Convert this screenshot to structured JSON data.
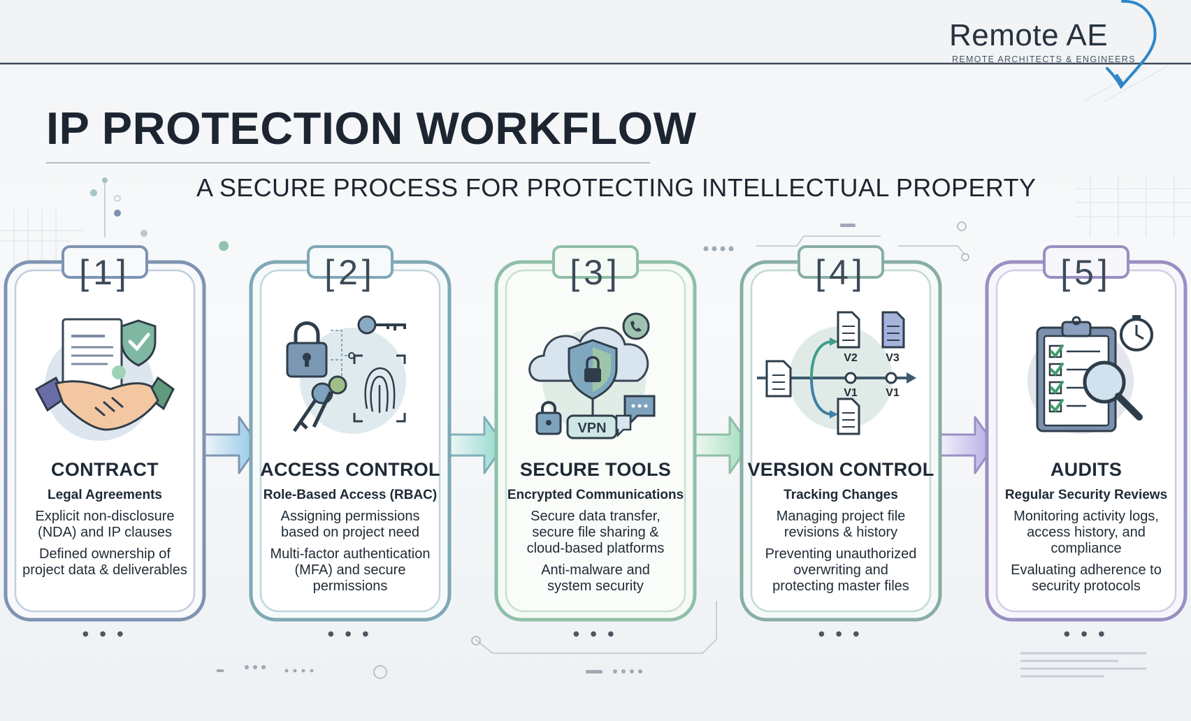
{
  "logo": {
    "name": "Remote AE",
    "tagline": "REMOTE ARCHITECTS & ENGINEERS"
  },
  "title": "IP PROTECTION WORKFLOW",
  "subtitle": "A SECURE PROCESS FOR PROTECTING INTELLECTUAL PROPERTY",
  "colors": {
    "card1": "#7f93b2",
    "card2": "#7fa8b6",
    "card3": "#8fbfa8",
    "card4": "#88aea6",
    "card5": "#9a8fc2",
    "text": "#1f2a36"
  },
  "steps": [
    {
      "number": "1",
      "icon": "handshake-contract-icon",
      "title": "CONTRACT",
      "subtitle": "Legal Agreements",
      "paragraphs": [
        [
          "Explicit non-disclosure",
          "(NDA) and IP clauses"
        ],
        [
          "Defined ownership of",
          "project data & deliverables"
        ]
      ]
    },
    {
      "number": "2",
      "icon": "lock-key-fingerprint-icon",
      "title": "ACCESS CONTROL",
      "subtitle": "Role-Based Access (RBAC)",
      "paragraphs": [
        [
          "Assigning permissions",
          "based on project need"
        ],
        [
          "Multi-factor authentication",
          "(MFA) and secure",
          "permissions"
        ]
      ]
    },
    {
      "number": "3",
      "icon": "cloud-shield-vpn-icon",
      "title": "SECURE TOOLS",
      "subtitle": "Encrypted Communications",
      "vpn_label": "VPN",
      "paragraphs": [
        [
          "Secure data transfer,",
          "secure file sharing &",
          "cloud-based platforms"
        ],
        [
          "Anti-malware and",
          "system security"
        ]
      ]
    },
    {
      "number": "4",
      "icon": "version-branch-icon",
      "title": "VERSION CONTROL",
      "subtitle": "Tracking Changes",
      "version_labels": [
        "V2",
        "V3",
        "V1",
        "V1"
      ],
      "paragraphs": [
        [
          "Managing project file",
          "revisions & history"
        ],
        [
          "Preventing unauthorized",
          "overwriting and",
          "protecting master files"
        ]
      ]
    },
    {
      "number": "5",
      "icon": "clipboard-audit-icon",
      "title": "AUDITS",
      "subtitle": "Regular Security Reviews",
      "paragraphs": [
        [
          "Monitoring activity logs,",
          "access history, and",
          "compliance"
        ],
        [
          "Evaluating adherence to",
          "security protocols"
        ]
      ]
    }
  ]
}
